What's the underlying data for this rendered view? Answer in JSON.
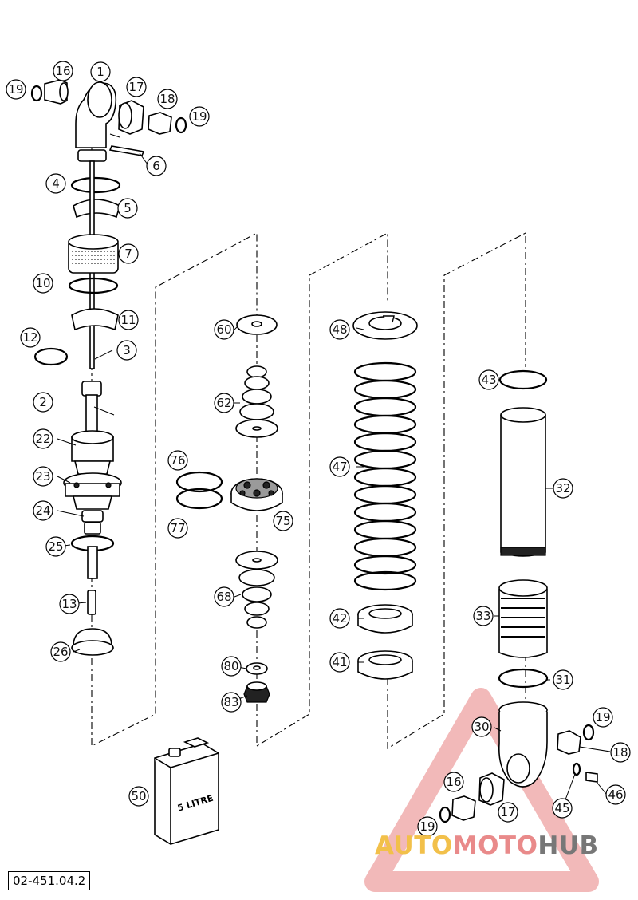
{
  "diagram_ref": "02-451.04.2",
  "watermark": {
    "part1": "AUTO",
    "part2": "MOTO",
    "part3": "HUB"
  },
  "oil_can_label": "5 LITRE",
  "callouts": {
    "c1": "1",
    "c2": "2",
    "c3": "3",
    "c4": "4",
    "c5": "5",
    "c6": "6",
    "c7": "7",
    "c10": "10",
    "c11": "11",
    "c12": "12",
    "c13": "13",
    "c16a": "16",
    "c16b": "16",
    "c17a": "17",
    "c17b": "17",
    "c18a": "18",
    "c18b": "18",
    "c19a": "19",
    "c19b": "19",
    "c19c": "19",
    "c19d": "19",
    "c22": "22",
    "c23": "23",
    "c24": "24",
    "c25": "25",
    "c26": "26",
    "c30": "30",
    "c31": "31",
    "c32": "32",
    "c33": "33",
    "c41": "41",
    "c42": "42",
    "c43": "43",
    "c45": "45",
    "c46": "46",
    "c47": "47",
    "c48": "48",
    "c50": "50",
    "c60": "60",
    "c62": "62",
    "c68": "68",
    "c75": "75",
    "c76": "76",
    "c77": "77",
    "c80": "80",
    "c83": "83"
  }
}
